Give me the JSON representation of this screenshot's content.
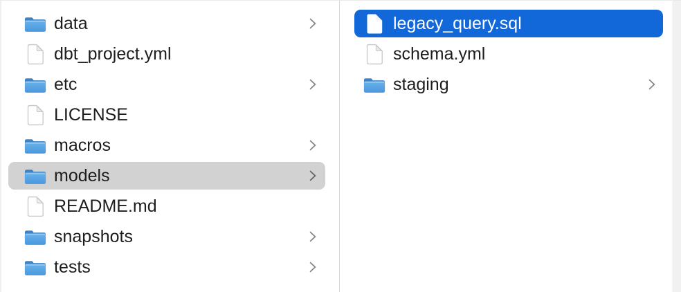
{
  "view": {
    "kind": "finder-column-browser",
    "columns": [
      {
        "id": "left",
        "items": [
          {
            "name": "data",
            "type": "folder",
            "has_chevron": true,
            "selected": false
          },
          {
            "name": "dbt_project.yml",
            "type": "file",
            "has_chevron": false,
            "selected": false
          },
          {
            "name": "etc",
            "type": "folder",
            "has_chevron": true,
            "selected": false
          },
          {
            "name": "LICENSE",
            "type": "file",
            "has_chevron": false,
            "selected": false
          },
          {
            "name": "macros",
            "type": "folder",
            "has_chevron": true,
            "selected": false
          },
          {
            "name": "models",
            "type": "folder",
            "has_chevron": true,
            "selected": true,
            "selection_style": "inactive-gray"
          },
          {
            "name": "README.md",
            "type": "file",
            "has_chevron": false,
            "selected": false
          },
          {
            "name": "snapshots",
            "type": "folder",
            "has_chevron": true,
            "selected": false
          },
          {
            "name": "tests",
            "type": "folder",
            "has_chevron": true,
            "selected": false
          }
        ]
      },
      {
        "id": "right",
        "items": [
          {
            "name": "legacy_query.sql",
            "type": "file",
            "has_chevron": false,
            "selected": true,
            "selection_style": "active-blue"
          },
          {
            "name": "schema.yml",
            "type": "file",
            "has_chevron": false,
            "selected": false
          },
          {
            "name": "staging",
            "type": "folder",
            "has_chevron": true,
            "selected": false
          }
        ]
      }
    ]
  },
  "colors": {
    "selection_blue": "#1268d8",
    "selection_gray": "#d2d2d2",
    "text": "#1d1d1f",
    "text_on_selection": "#ffffff",
    "chevron_gray": "#86868a",
    "column_divider": "#d6d6d6",
    "folder_blue_top": "#69b2ea",
    "folder_blue_bottom": "#4a97de",
    "folder_tab_blue": "#3f83c6"
  },
  "icons": {
    "folder": "blue-macos-folder-icon",
    "file": "blank-document-icon",
    "chevron": "chevron-right-icon"
  }
}
